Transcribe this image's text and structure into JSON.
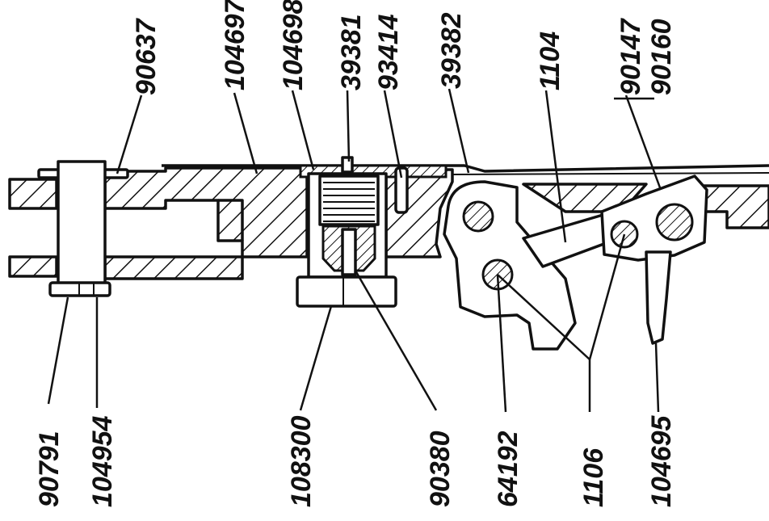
{
  "diagram": {
    "labels": [
      {
        "id": "90637",
        "text": "90637"
      },
      {
        "id": "104697",
        "text": "104697"
      },
      {
        "id": "104698",
        "text": "104698"
      },
      {
        "id": "39381",
        "text": "39381"
      },
      {
        "id": "93414",
        "text": "93414"
      },
      {
        "id": "39382",
        "text": "39382"
      },
      {
        "id": "1104",
        "text": "1104"
      },
      {
        "id": "90147",
        "text": "90147"
      },
      {
        "id": "90160",
        "text": "90160"
      },
      {
        "id": "90791",
        "text": "90791"
      },
      {
        "id": "104954",
        "text": "104954"
      },
      {
        "id": "108300",
        "text": "108300"
      },
      {
        "id": "90380",
        "text": "90380"
      },
      {
        "id": "64192",
        "text": "64192"
      },
      {
        "id": "1106",
        "text": "1106"
      },
      {
        "id": "104695",
        "text": "104695"
      }
    ]
  }
}
